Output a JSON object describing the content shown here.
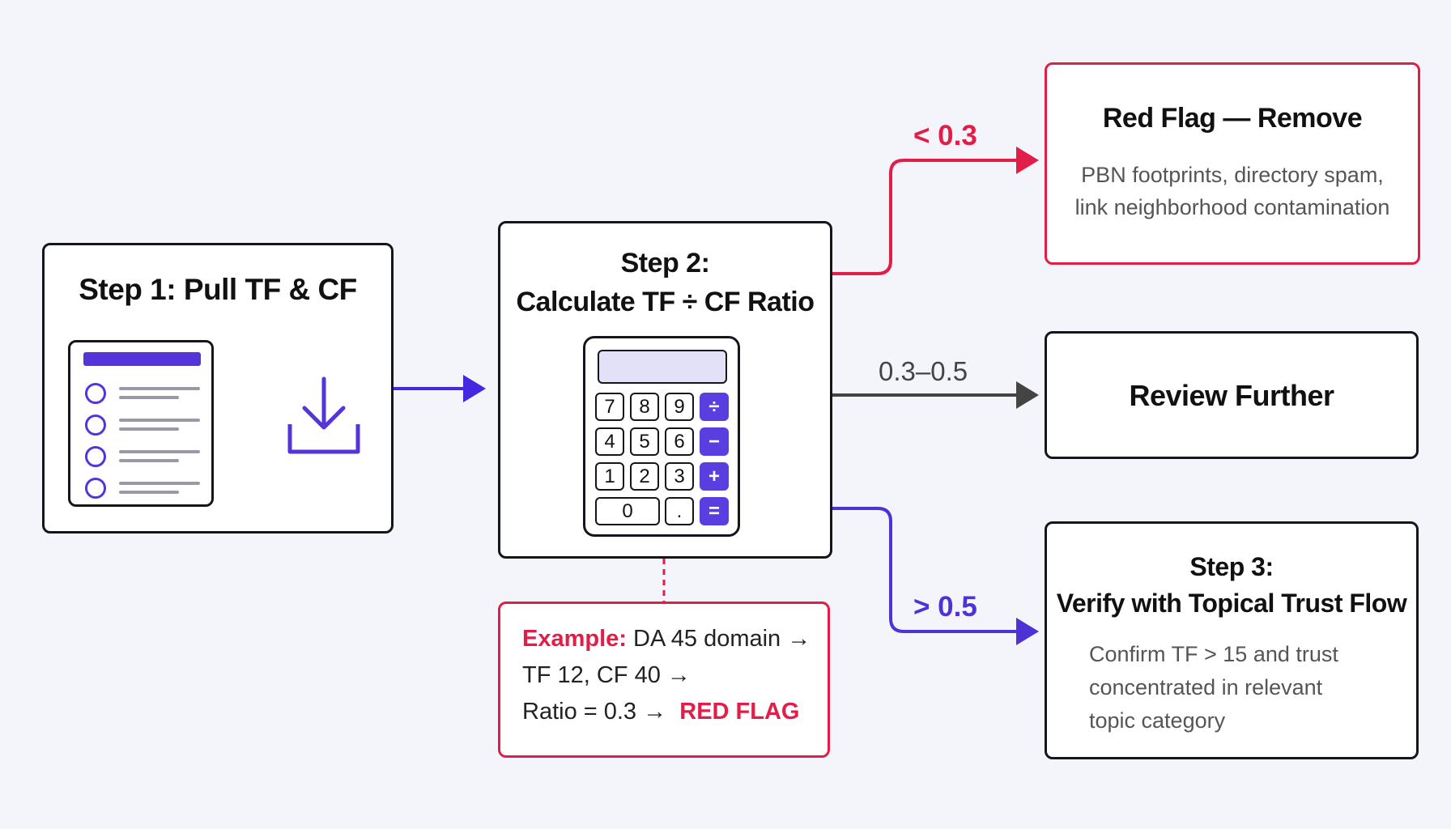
{
  "step1": {
    "title": "Step 1: Pull TF & CF"
  },
  "step2": {
    "title_line1": "Step 2:",
    "title_line2": "Calculate TF ÷ CF Ratio",
    "calculator": {
      "keys_row1": [
        "7",
        "8",
        "9",
        "÷"
      ],
      "keys_row2": [
        "4",
        "5",
        "6",
        "−"
      ],
      "keys_row3": [
        "1",
        "2",
        "3",
        "+"
      ],
      "keys_row4": [
        "0",
        ".",
        "="
      ]
    }
  },
  "example": {
    "label": "Example:",
    "line1": "DA 45 domain →",
    "line2": "TF 12, CF 40 →",
    "line3": "Ratio = 0.3 →",
    "flag": "RED FLAG"
  },
  "branches": {
    "low": {
      "label": "< 0.3",
      "color": "#e11d48"
    },
    "mid": {
      "label": "0.3–0.5",
      "color": "#444444"
    },
    "high": {
      "label": "> 0.5",
      "color": "#4f32d6"
    }
  },
  "red_flag": {
    "title": "Red Flag — Remove",
    "line1": "PBN footprints, directory spam,",
    "line2": "link neighborhood contamination"
  },
  "review": {
    "title": "Review Further"
  },
  "step3": {
    "title_line1": "Step 3:",
    "title_line2": "Verify with Topical Trust Flow",
    "line1": "Confirm TF > 15 and trust",
    "line2": "concentrated in relevant",
    "line3": "topic category"
  },
  "colors": {
    "accent_purple": "#5535d9",
    "accent_red": "#e11d48",
    "neutral_gray": "#444444"
  },
  "icons": [
    "list-document-icon",
    "download-icon",
    "calculator-icon"
  ]
}
